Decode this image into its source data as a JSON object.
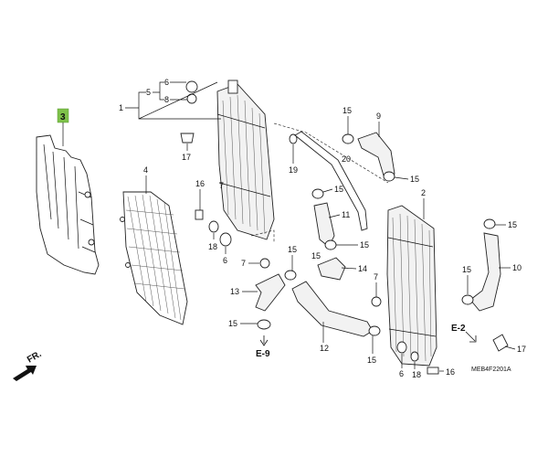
{
  "diagram": {
    "code": "MEB4F2201A",
    "highlight_color": "#7ec14a",
    "highlighted_label": "3",
    "ref_labels": [
      "E-9",
      "E-2"
    ],
    "direction_label": "FR.",
    "labels": [
      "1",
      "2",
      "3",
      "4",
      "5",
      "6",
      "6",
      "7",
      "7",
      "8",
      "9",
      "10",
      "11",
      "12",
      "13",
      "14",
      "15",
      "15",
      "15",
      "15",
      "15",
      "15",
      "15",
      "15",
      "15",
      "15",
      "16",
      "16",
      "17",
      "17",
      "18",
      "18",
      "19",
      "20"
    ]
  }
}
